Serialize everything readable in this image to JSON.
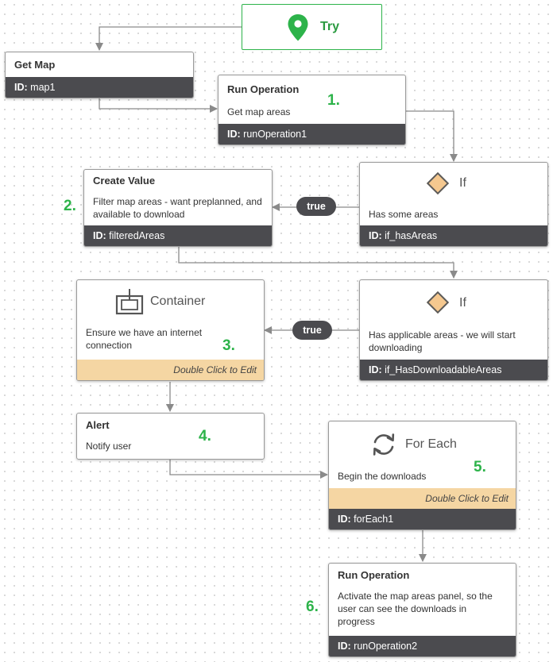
{
  "try_node": {
    "label": "Try"
  },
  "get_map": {
    "title": "Get Map",
    "id_label": "ID:",
    "id_value": "map1"
  },
  "run_op1": {
    "title": "Run Operation",
    "desc": "Get map areas",
    "id_label": "ID:",
    "id_value": "runOperation1",
    "step": "1."
  },
  "create_value": {
    "title": "Create Value",
    "desc": "Filter map areas - want preplanned, and available to download",
    "id_label": "ID:",
    "id_value": "filteredAreas",
    "step": "2."
  },
  "if1": {
    "title": "If",
    "desc": "Has some areas",
    "id_label": "ID:",
    "id_value": "if_hasAreas",
    "true_label": "true"
  },
  "container": {
    "title": "Container",
    "desc": "Ensure we have an internet connection",
    "edit_hint": "Double Click to Edit",
    "step": "3."
  },
  "if2": {
    "title": "If",
    "desc": "Has applicable areas - we will start downloading",
    "id_label": "ID:",
    "id_value": "if_HasDownloadableAreas",
    "true_label": "true"
  },
  "alert": {
    "title": "Alert",
    "desc": "Notify user",
    "step": "4."
  },
  "for_each": {
    "title": "For Each",
    "desc": "Begin the downloads",
    "edit_hint": "Double Click to Edit",
    "id_label": "ID:",
    "id_value": "forEach1",
    "step": "5."
  },
  "run_op2": {
    "title": "Run Operation",
    "desc": "Activate the map areas panel, so the user can see the downloads in progress",
    "id_label": "ID:",
    "id_value": "runOperation2",
    "step": "6."
  },
  "colors": {
    "wire": "#8a8a8a",
    "id_bar": "#4b4b4f",
    "step": "#2db34a",
    "edit_bar": "#f5d6a3",
    "try_border": "#2db34a",
    "pin": "#2db34a",
    "diamond": "#f5c88f"
  },
  "icons": {
    "try": "map-pin-icon",
    "if": "diamond-icon",
    "container": "container-icon",
    "for_each": "refresh-loop-icon"
  }
}
